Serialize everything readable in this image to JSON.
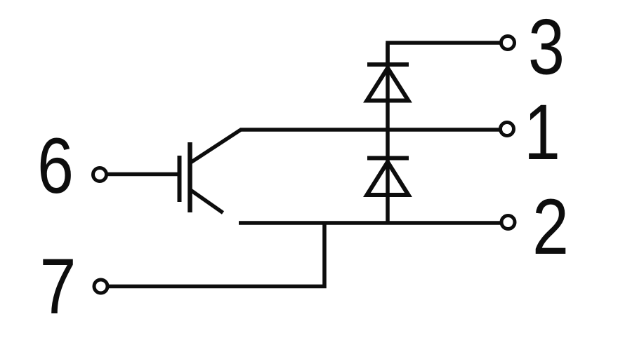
{
  "diagram": {
    "type": "circuit-schematic",
    "description": "IGBT with series diode pair and numbered terminals",
    "background_color": "#ffffff",
    "line_color": "#0d0d0d",
    "terminals": [
      {
        "id": "t3",
        "label": "3"
      },
      {
        "id": "t1",
        "label": "1"
      },
      {
        "id": "t2",
        "label": "2"
      },
      {
        "id": "t6",
        "label": "6"
      },
      {
        "id": "t7",
        "label": "7"
      }
    ]
  }
}
